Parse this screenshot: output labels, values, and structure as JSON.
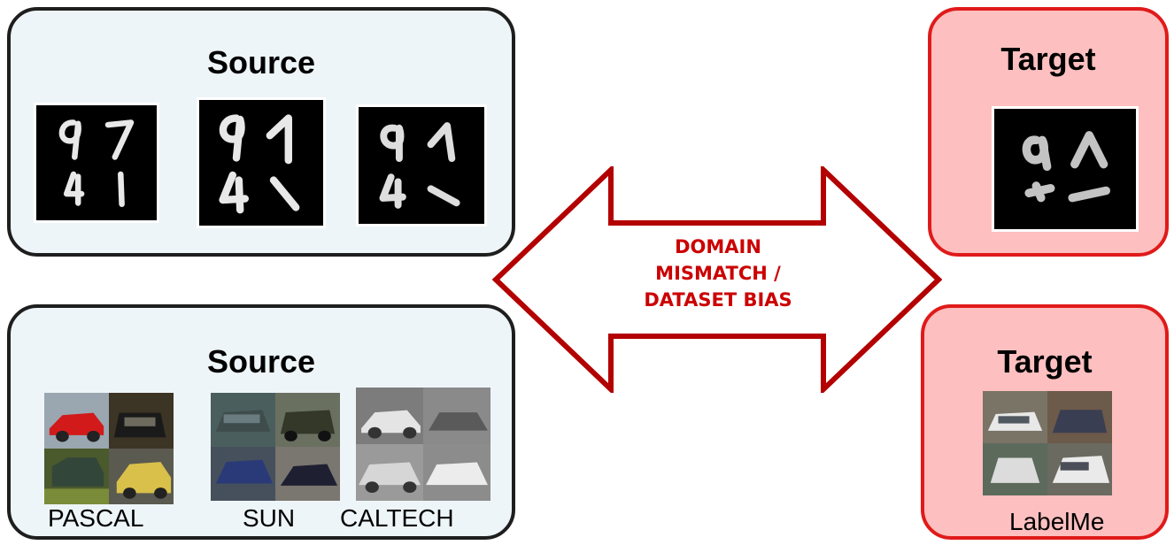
{
  "source_digits": {
    "title": "Source"
  },
  "target_digits": {
    "title": "Target"
  },
  "source_photos": {
    "title": "Source",
    "labels": [
      "PASCAL",
      "SUN",
      "CALTECH"
    ]
  },
  "target_photos": {
    "title": "Target",
    "label": "LabelMe"
  },
  "arrow": {
    "lines": [
      "DOMAIN",
      "MISMATCH /",
      "DATASET BIAS"
    ]
  },
  "colors": {
    "source_bg": "#eef5f8",
    "source_border": "#1e1e1e",
    "target_bg": "#fdbfbf",
    "target_border": "#e01a1a",
    "arrow_border": "#b30000",
    "arrow_text": "#cc0000"
  }
}
